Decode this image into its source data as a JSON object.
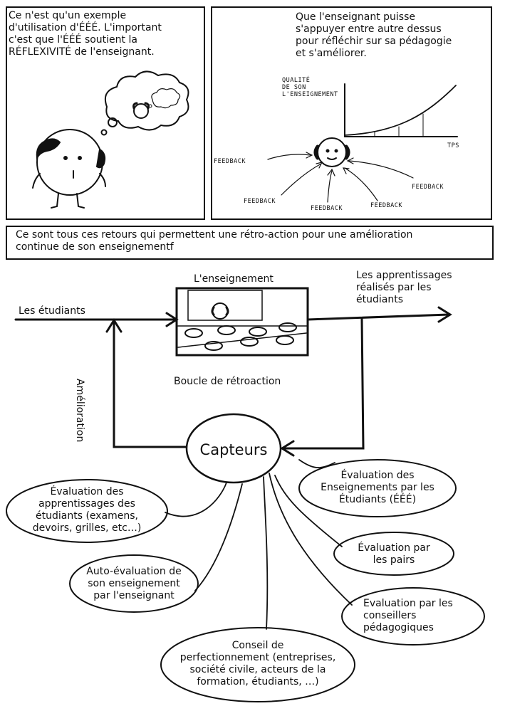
{
  "panel1": {
    "text": "Ce n'est qu'un exemple\nd'utilisation d'ÉÉÉ. L'important\nc'est que l'ÉÉÉ soutient la\nRÉFLEXIVITÉ de l'enseignant."
  },
  "panel2": {
    "text": "Que l'enseignant puisse\ns'appuyer entre autre dessus\npour réfléchir sur sa pédagogie\net s'améliorer.",
    "ylabel": "QUALITÉ\nDE SON\nL'ENSEIGNEMENT",
    "xlabel": "TPS",
    "feedback": "FEEDBACK"
  },
  "panel3": {
    "text": "Ce sont tous ces retours qui permettent une rétro-action pour une amélioration\ncontinue de son enseignementf"
  },
  "diagram": {
    "enseignement": "L'enseignement",
    "etudiants": "Les étudiants",
    "apprentissages": "Les apprentissages\nréalisés par les\nétudiants",
    "amelioration": "Amélioration",
    "boucle": "Boucle de rétroaction",
    "capteurs": "Capteurs",
    "sensors": {
      "eval_apprentissages": "Évaluation des\napprentissages des\nétudiants (examens,\ndevoirs, grilles, etc…)",
      "auto_evaluation": "Auto-évaluation de\nson enseignement\npar l'enseignant",
      "conseil": "Conseil de\nperfectionnement (entreprises,\nsociété civile, acteurs de la\nformation, étudiants, …)",
      "eee": "Évaluation des\nEnseignements par les\nÉtudiants (ÉÉÉ)",
      "pairs": "Évaluation par\nles pairs",
      "conseillers": "Evaluation par les\nconseillers\npédagogiques"
    }
  }
}
